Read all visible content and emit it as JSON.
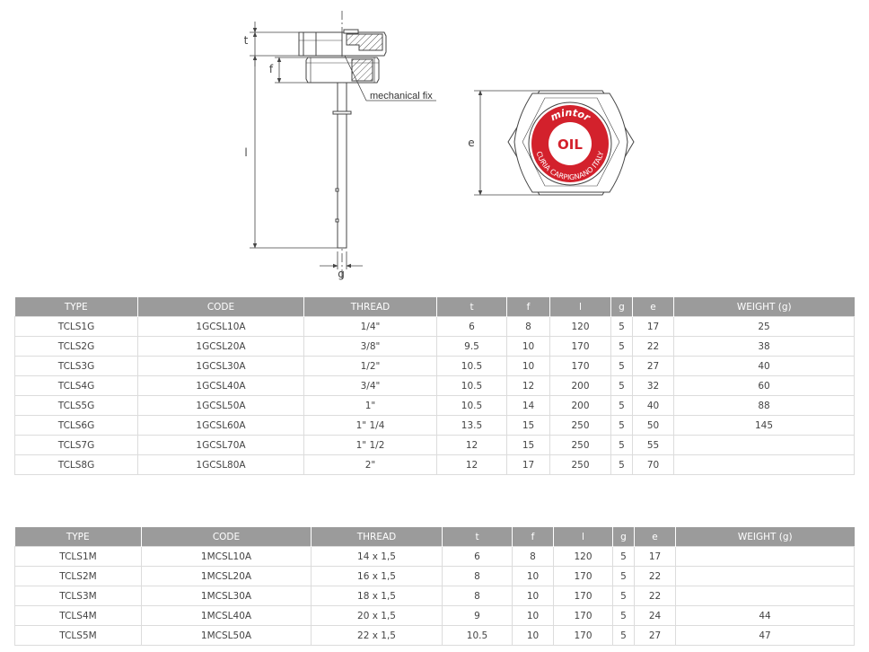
{
  "drawing": {
    "dim_t": "t",
    "dim_f": "f",
    "dim_l": "l",
    "dim_g": "g",
    "dim_e": "e",
    "callout_label": "mechanical fix",
    "cap_brand": "mintor",
    "cap_oil": "OIL",
    "cap_ring_text": "CURIA CARPIGNANO ITALY",
    "cap_red": "#d3212c",
    "line_color": "#444444"
  },
  "tables": [
    {
      "headers": [
        "TYPE",
        "CODE",
        "THREAD",
        "t",
        "f",
        "l",
        "g",
        "e",
        "WEIGHT (g)"
      ],
      "rows": [
        [
          "TCLS1G",
          "1GCSL10A",
          "1/4\"",
          "6",
          "8",
          "120",
          "5",
          "17",
          "25"
        ],
        [
          "TCLS2G",
          "1GCSL20A",
          "3/8\"",
          "9.5",
          "10",
          "170",
          "5",
          "22",
          "38"
        ],
        [
          "TCLS3G",
          "1GCSL30A",
          "1/2\"",
          "10.5",
          "10",
          "170",
          "5",
          "27",
          "40"
        ],
        [
          "TCLS4G",
          "1GCSL40A",
          "3/4\"",
          "10.5",
          "12",
          "200",
          "5",
          "32",
          "60"
        ],
        [
          "TCLS5G",
          "1GCSL50A",
          "1\"",
          "10.5",
          "14",
          "200",
          "5",
          "40",
          "88"
        ],
        [
          "TCLS6G",
          "1GCSL60A",
          "1\" 1/4",
          "13.5",
          "15",
          "250",
          "5",
          "50",
          "145"
        ],
        [
          "TCLS7G",
          "1GCSL70A",
          "1\" 1/2",
          "12",
          "15",
          "250",
          "5",
          "55",
          ""
        ],
        [
          "TCLS8G",
          "1GCSL80A",
          "2\"",
          "12",
          "17",
          "250",
          "5",
          "70",
          ""
        ]
      ]
    },
    {
      "headers": [
        "TYPE",
        "CODE",
        "THREAD",
        "t",
        "f",
        "l",
        "g",
        "e",
        "WEIGHT (g)"
      ],
      "rows": [
        [
          "TCLS1M",
          "1MCSL10A",
          "14 x 1,5",
          "6",
          "8",
          "120",
          "5",
          "17",
          ""
        ],
        [
          "TCLS2M",
          "1MCSL20A",
          "16 x 1,5",
          "8",
          "10",
          "170",
          "5",
          "22",
          ""
        ],
        [
          "TCLS3M",
          "1MCSL30A",
          "18 x 1,5",
          "8",
          "10",
          "170",
          "5",
          "22",
          ""
        ],
        [
          "TCLS4M",
          "1MCSL40A",
          "20 x 1,5",
          "9",
          "10",
          "170",
          "5",
          "24",
          "44"
        ],
        [
          "TCLS5M",
          "1MCSL50A",
          "22 x 1,5",
          "10.5",
          "10",
          "170",
          "5",
          "27",
          "47"
        ]
      ]
    }
  ]
}
